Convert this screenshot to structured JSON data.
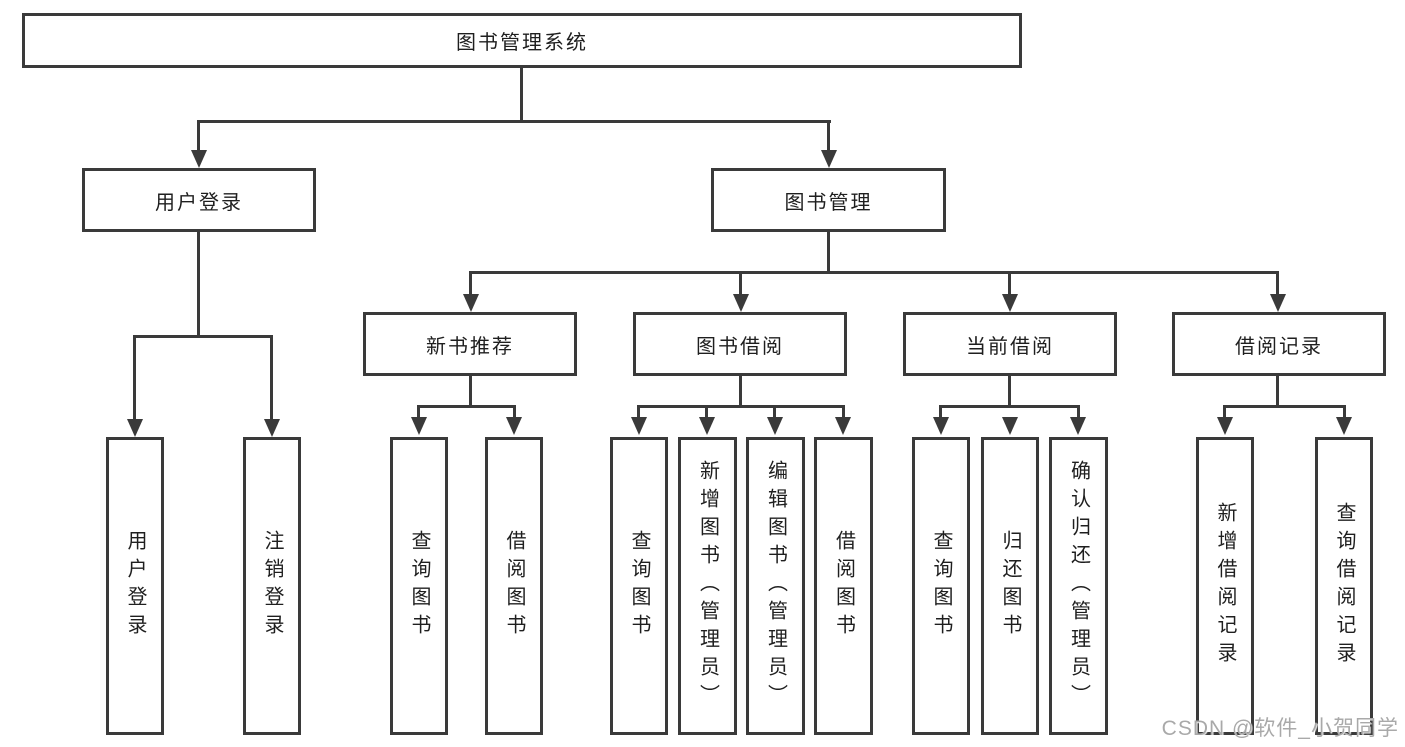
{
  "nodes": {
    "root": "图书管理系统",
    "user_login": "用户登录",
    "book_mgmt": "图书管理",
    "new_books": "新书推荐",
    "book_borrow": "图书借阅",
    "current_borrow": "当前借阅",
    "borrow_records": "借阅记录",
    "user_login_children": [
      "用户登录",
      "注销登录"
    ],
    "new_books_children": [
      "查询图书",
      "借阅图书"
    ],
    "book_borrow_children": [
      "查询图书",
      "新增图书（管理员）",
      "编辑图书（管理员）",
      "借阅图书"
    ],
    "current_borrow_children": [
      "查询图书",
      "归还图书",
      "确认归还（管理员）"
    ],
    "borrow_records_children": [
      "新增借阅记录",
      "查询借阅记录"
    ]
  },
  "watermark": "CSDN @软件_小贺同学",
  "colors": {
    "line": "#3a3a3a",
    "text": "#1f1f1f",
    "watermark": "#a9a9a9",
    "background": "#ffffff"
  }
}
